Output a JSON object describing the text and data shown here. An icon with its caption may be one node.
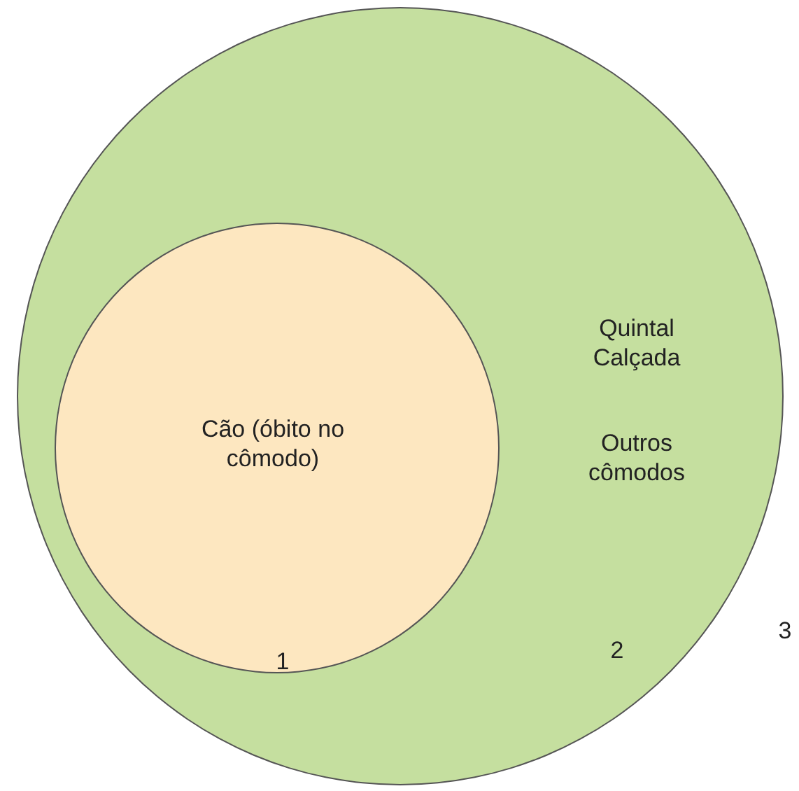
{
  "diagram": {
    "nodes": [
      {
        "text": [
          "Quintal Calçada",
          "Outros cômodos",
          "2"
        ],
        "beside": [
          "3"
        ]
      },
      {
        "text": [
          "Cão (óbito no cômodo)",
          "1"
        ],
        "in": 0
      }
    ]
  }
}
